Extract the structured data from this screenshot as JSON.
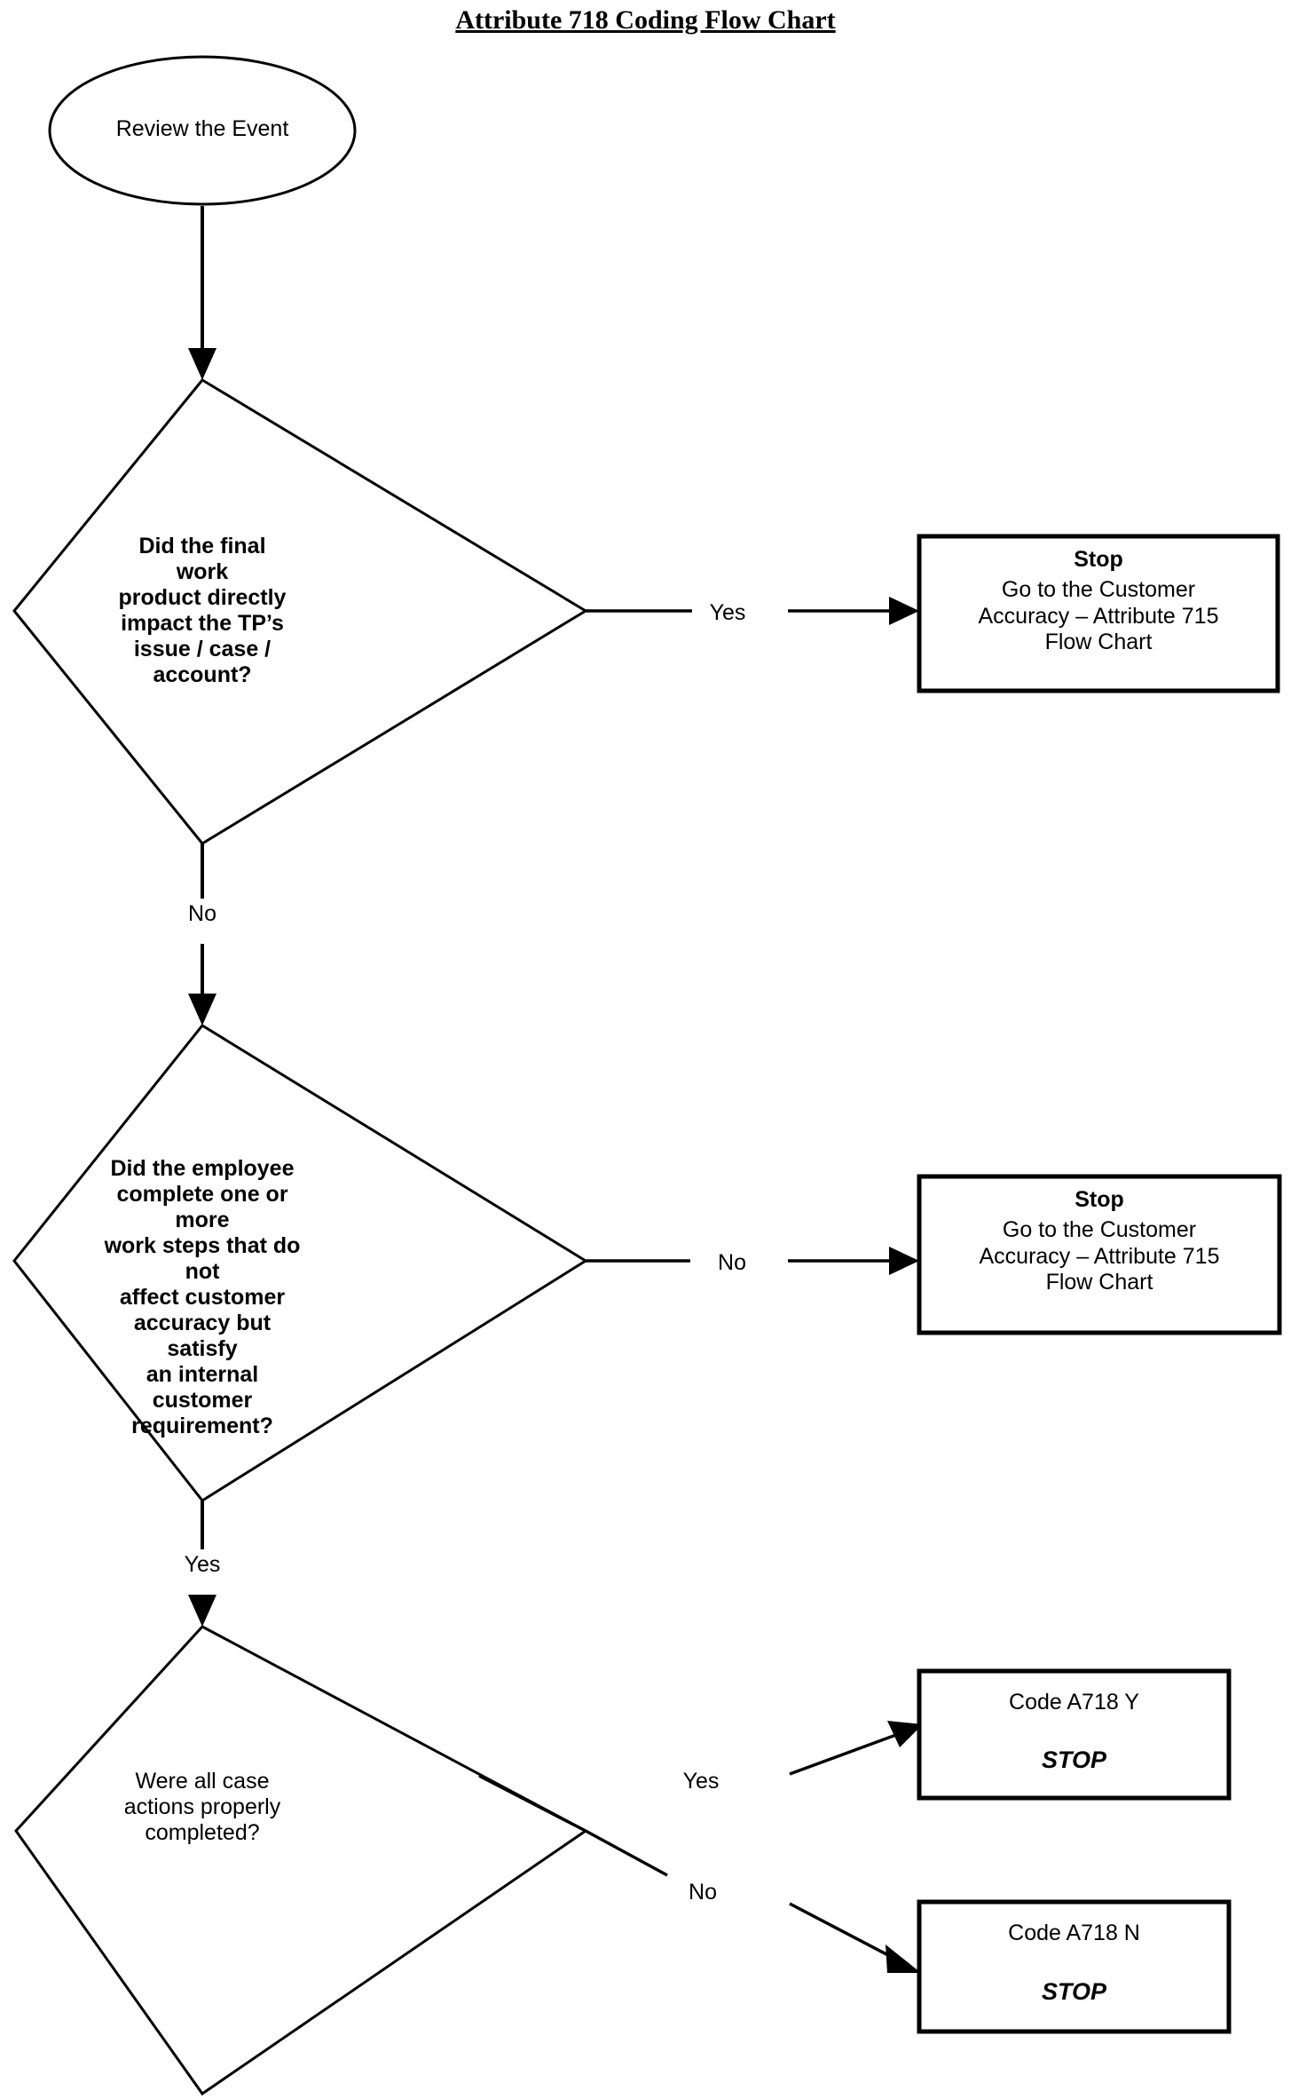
{
  "document": {
    "title": "Attribute 718 Coding Flow Chart"
  },
  "chart_data": {
    "type": "diagram",
    "diagram_kind": "flowchart",
    "orientation": "top-to-bottom",
    "nodes": [
      {
        "id": "start",
        "shape": "ellipse",
        "text": "Review the Event"
      },
      {
        "id": "decision1",
        "shape": "diamond",
        "text": "Did the final work\nproduct directly\nimpact the TP’s\nissue / case /\naccount?"
      },
      {
        "id": "stop1",
        "shape": "rectangle",
        "heading": "Stop",
        "text": "Go to the Customer\nAccuracy – Attribute 715\nFlow Chart"
      },
      {
        "id": "decision2",
        "shape": "diamond",
        "text": "Did the employee\ncomplete one or more\nwork steps that do not\naffect customer\naccuracy but satisfy\nan internal customer\nrequirement?"
      },
      {
        "id": "stop2",
        "shape": "rectangle",
        "heading": "Stop",
        "text": "Go to the Customer\nAccuracy – Attribute 715\nFlow Chart"
      },
      {
        "id": "decision3",
        "shape": "diamond",
        "text": "Were all case\nactions properly\ncompleted?"
      },
      {
        "id": "codeY",
        "shape": "rectangle",
        "text": "Code A718  Y",
        "emphasis": "STOP"
      },
      {
        "id": "codeN",
        "shape": "rectangle",
        "text": "Code A718  N",
        "emphasis": "STOP"
      }
    ],
    "edges": [
      {
        "from": "start",
        "to": "decision1",
        "label": ""
      },
      {
        "from": "decision1",
        "to": "stop1",
        "label": "Yes"
      },
      {
        "from": "decision1",
        "to": "decision2",
        "label": "No"
      },
      {
        "from": "decision2",
        "to": "stop2",
        "label": "No"
      },
      {
        "from": "decision2",
        "to": "decision3",
        "label": "Yes"
      },
      {
        "from": "decision3",
        "to": "codeY",
        "label": "Yes"
      },
      {
        "from": "decision3",
        "to": "codeN",
        "label": "No"
      }
    ]
  },
  "nodes": {
    "start": {
      "label": "Review the Event"
    },
    "decision1": {
      "label": "Did the final work\nproduct directly\nimpact the TP’s\nissue / case /\naccount?"
    },
    "stop1": {
      "heading": "Stop",
      "label": "Go to the Customer\nAccuracy – Attribute 715\nFlow Chart"
    },
    "decision2": {
      "label": "Did the employee\ncomplete one or more\nwork steps that do not\naffect customer\naccuracy but satisfy\nan internal customer\nrequirement?"
    },
    "stop2": {
      "heading": "Stop",
      "label": "Go to the Customer\nAccuracy – Attribute 715\nFlow Chart"
    },
    "decision3": {
      "label": "Were all case\nactions properly\ncompleted?"
    },
    "code_yes": {
      "label": "Code A718  Y",
      "stop": "STOP"
    },
    "code_no": {
      "label": "Code A718  N",
      "stop": "STOP"
    }
  },
  "edge_labels": {
    "d1_yes": "Yes",
    "d1_no": "No",
    "d2_no": "No",
    "d2_yes": "Yes",
    "d3_yes": "Yes",
    "d3_no": "No"
  },
  "colors": {
    "stroke": "#000000",
    "fill": "#ffffff",
    "text": "#000000"
  }
}
